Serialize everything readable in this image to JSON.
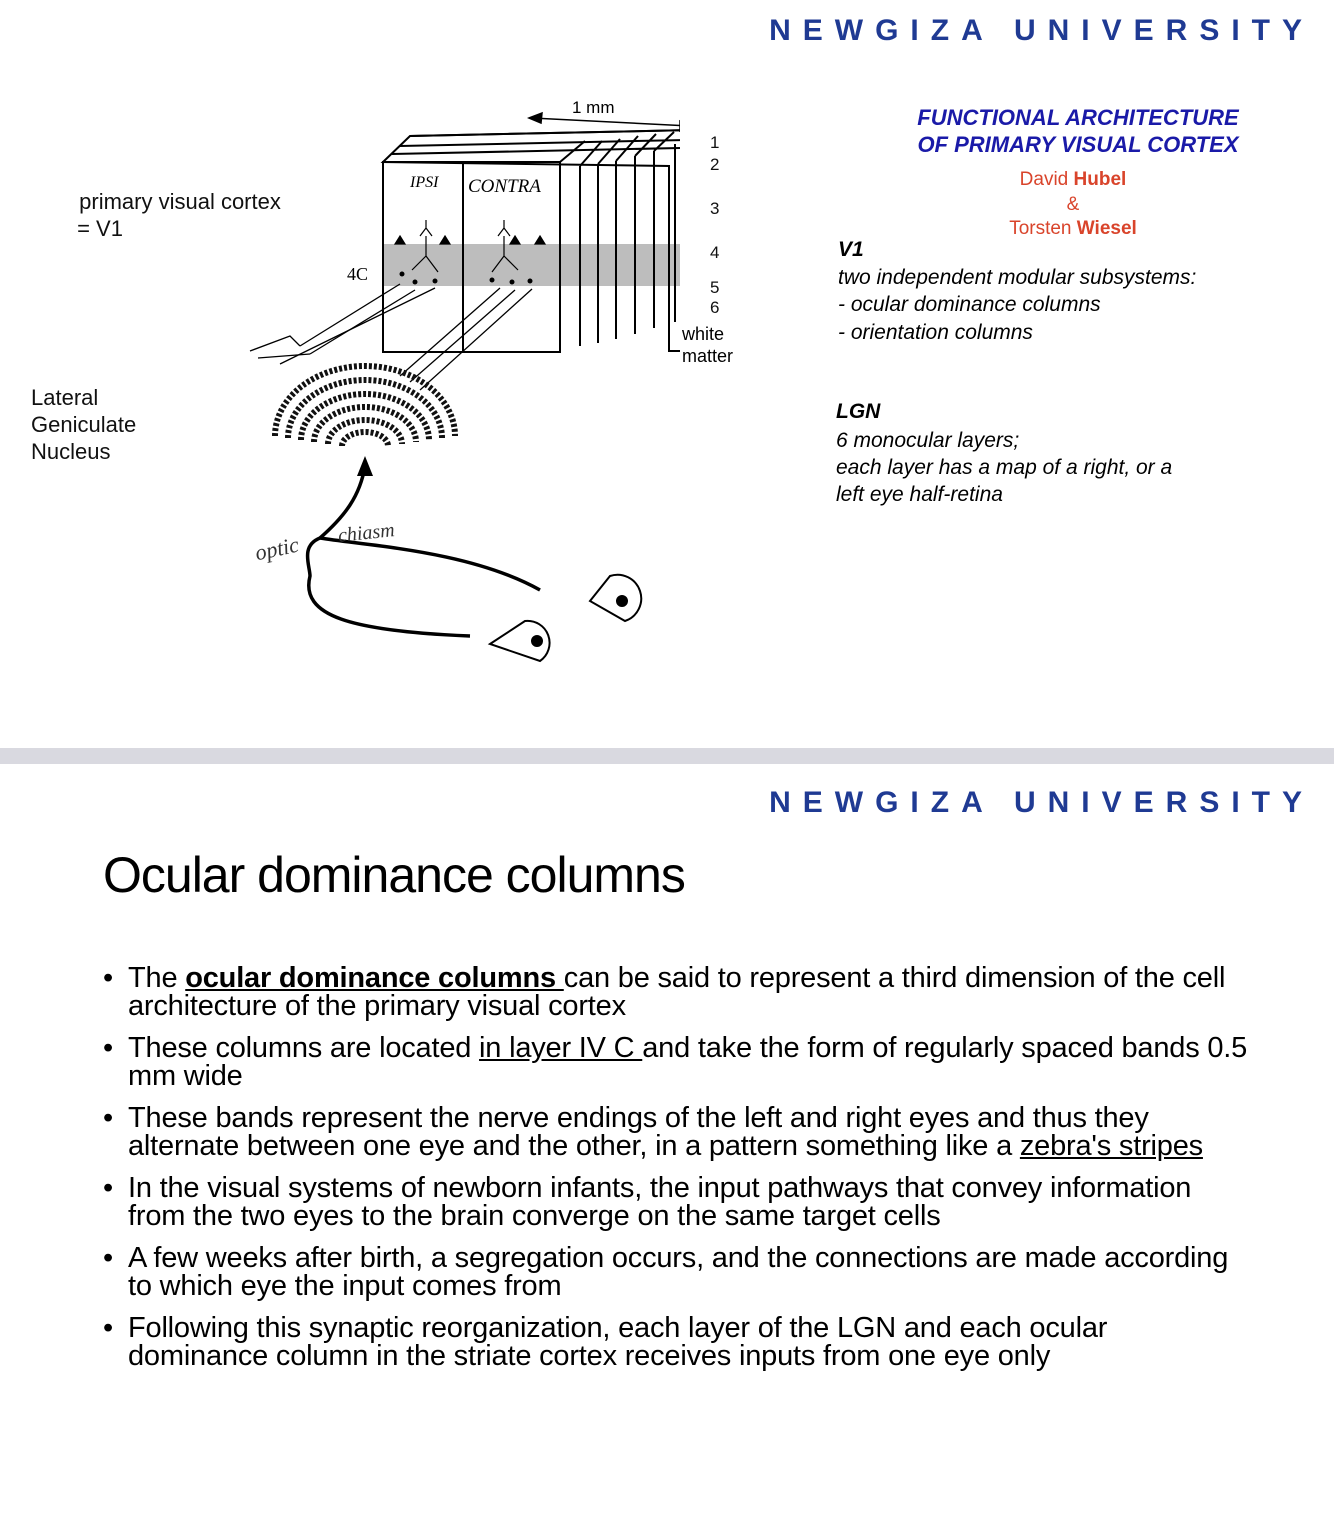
{
  "slide1": {
    "brand": "NEWGIZA UNIVERSITY",
    "diagram": {
      "scale_label": "1 mm",
      "layer_numbers": [
        "1",
        "2",
        "3",
        "4",
        "5",
        "6"
      ],
      "white_matter": [
        "white",
        "matter"
      ],
      "ipsi": "IPSI",
      "contra": "CONTRA",
      "layer_4c": "4C",
      "v1_label": [
        "primary visual cortex",
        "= V1"
      ],
      "lgn_label": [
        "Lateral",
        "Geniculate",
        "Nucleus"
      ],
      "optic": "optic",
      "chiasm": "chiasm"
    },
    "title_lines": [
      "FUNCTIONAL ARCHITECTURE",
      "OF PRIMARY VISUAL CORTEX"
    ],
    "author1": {
      "first": "David",
      "last": "Hubel"
    },
    "amp": "&",
    "author2": {
      "first": "Torsten",
      "last": "Wiesel"
    },
    "v1_section": {
      "heading": "V1",
      "lines": [
        "two  independent modular subsystems:",
        "- ocular dominance columns",
        "- orientation columns"
      ]
    },
    "lgn_section": {
      "heading": "LGN",
      "lines": [
        "6 monocular layers;",
        "each layer has a map of a right, or a",
        "left eye half-retina"
      ]
    },
    "colors": {
      "brand": "#1f3a93",
      "title": "#1a1aa8",
      "author_accent": "#d9442b"
    }
  },
  "slide2": {
    "brand": "NEWGIZA UNIVERSITY",
    "title": "Ocular dominance columns",
    "bullets": [
      {
        "pre": "The ",
        "em": "ocular dominance columns ",
        "post": "can be said to represent a third dimension of the cell architecture of the primary visual cortex"
      },
      {
        "pre": " These columns are located ",
        "em": "in layer IV C ",
        "post": "and take the form of regularly spaced bands 0.5 mm wide"
      },
      {
        "pre": "These bands represent the nerve endings of the left and right eyes and thus they alternate between one eye and the other, in a pattern something like a ",
        "em": "zebra's stripes",
        "post": ""
      },
      {
        "text": "In the visual systems of newborn infants, the input pathways that convey information from the two eyes to the brain converge on the same target cells"
      },
      {
        "text": " A few weeks after birth, a segregation occurs, and the connections are made according to which eye the input comes from"
      },
      {
        "text": "Following this synaptic reorganization, each layer of the LGN and each ocular dominance column in the striate cortex receives inputs from one eye only"
      }
    ]
  }
}
